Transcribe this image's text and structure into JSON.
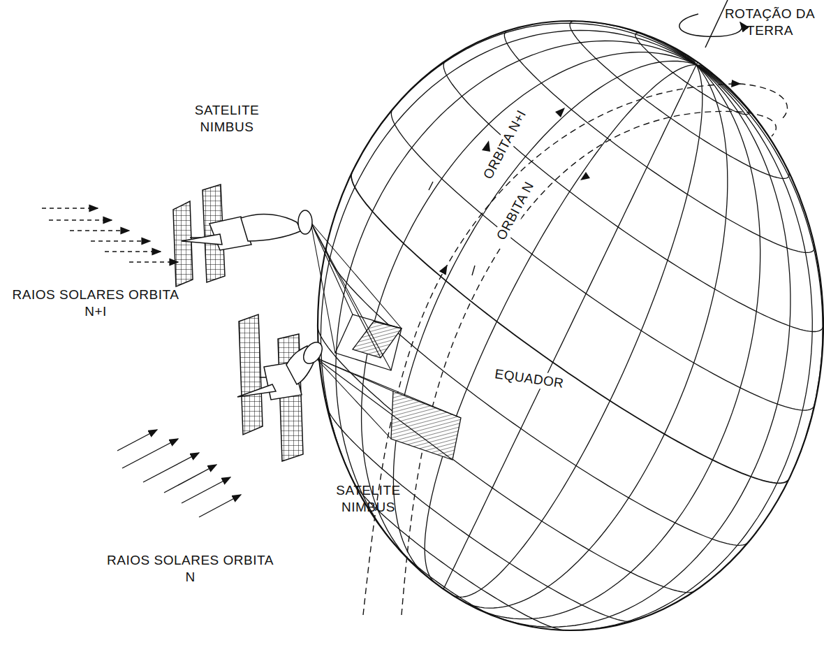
{
  "diagram": {
    "labels": [
      "ROTAÇÃO DA TERRA",
      "ORBITA N+I",
      "ORBITA N",
      "SATELITE NIMBUS",
      "EQUADOR",
      "RAIOS SOLARES ORBITA N+I",
      "SATELITE NIMBUS",
      "RAIOS SOLARES ORBITA N"
    ]
  }
}
